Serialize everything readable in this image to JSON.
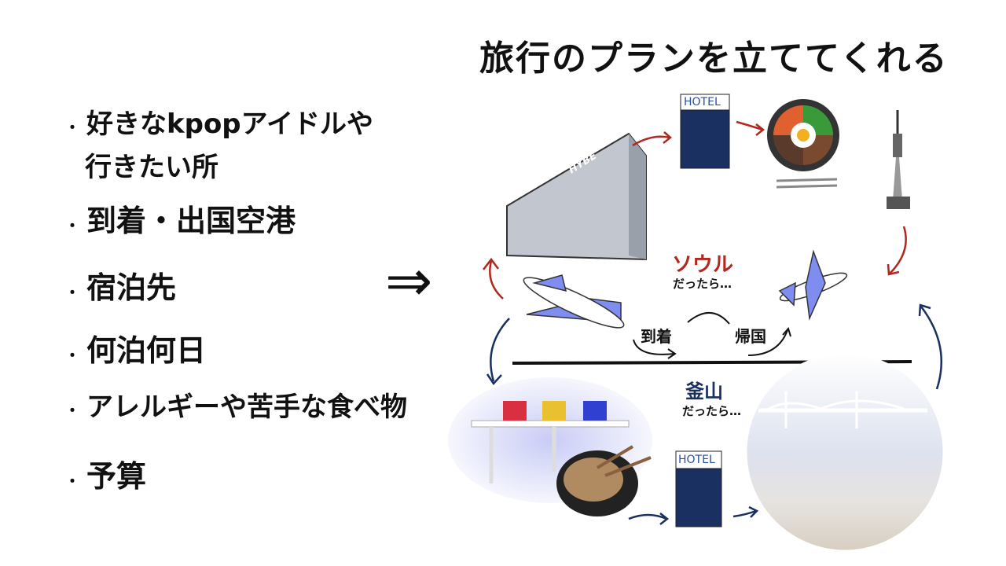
{
  "title": "旅行のプランを立ててくれる",
  "list": [
    "好きなkpopアイドルや",
    "行きたい所",
    "到着・出国空港",
    "宿泊先",
    "何泊何日",
    "アレルギーや苦手な食べ物",
    "予算"
  ],
  "bullet": "・",
  "arrow": "⇒",
  "labels": {
    "hybe": "HYBE",
    "hotel1": "HOTEL",
    "hotel2": "HOTEL",
    "seoul": "ソウル",
    "seoul_sub": "だったら…",
    "arrive": "到着",
    "return": "帰国",
    "busan": "釜山",
    "busan_sub": "だったら…"
  },
  "colors": {
    "red": "#b0281e",
    "navy": "#1a3060",
    "plane": "#7f8cf0"
  }
}
